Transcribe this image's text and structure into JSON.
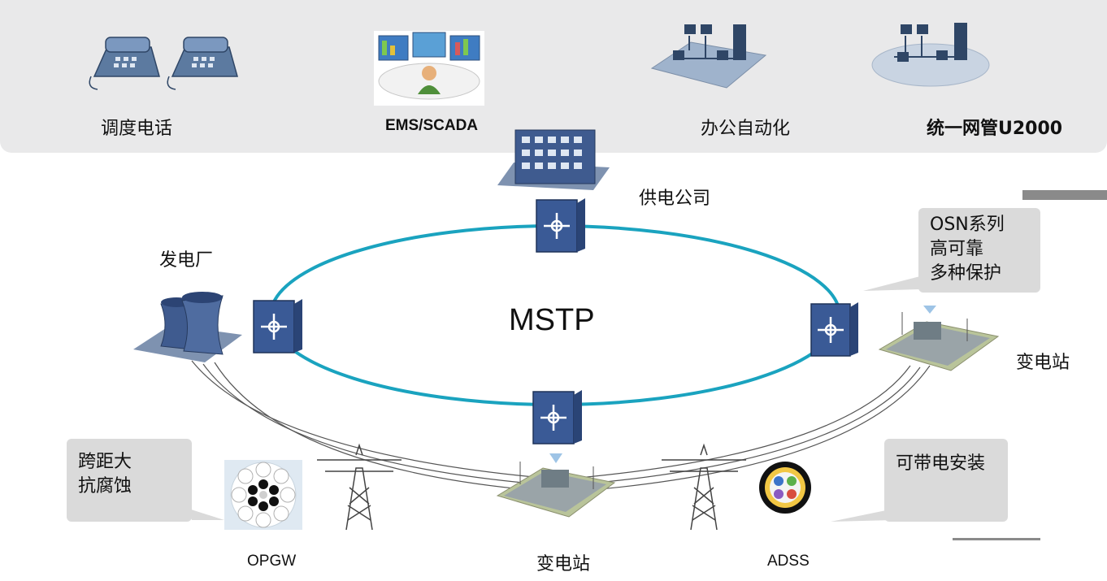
{
  "top_apps": [
    {
      "label": "调度电话",
      "icon": "desk-phone-icon"
    },
    {
      "label": "EMS/SCADA",
      "icon": "monitoring-screens-icon"
    },
    {
      "label": "办公自动化",
      "icon": "office-network-icon"
    },
    {
      "label": "统一网管U2000",
      "icon": "network-management-icon"
    }
  ],
  "sites": {
    "supply_company": "供电公司",
    "power_plant": "发电厂",
    "substation_right": "变电站",
    "substation_bottom": "变电站"
  },
  "ring_label": "MSTP",
  "callouts": {
    "osn": [
      "OSN系列",
      "高可靠",
      "多种保护"
    ],
    "opgw_feature": [
      "跨距大",
      "抗腐蚀"
    ],
    "adss_feature": [
      "可带电安装"
    ]
  },
  "cables": {
    "opgw": "OPGW",
    "adss": "ADSS"
  },
  "colors": {
    "ring": "#1aa3bf",
    "node": "#3a5a96",
    "panel": "#e9e9ea",
    "callout": "#dadada"
  }
}
